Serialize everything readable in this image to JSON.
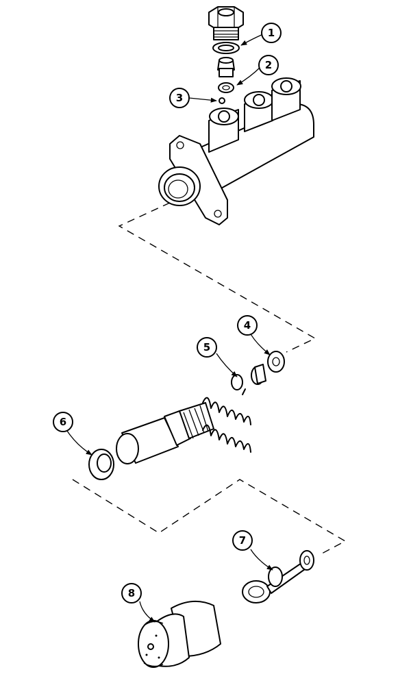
{
  "callouts": [
    {
      "id": "c1",
      "label": "1"
    },
    {
      "id": "c2",
      "label": "2"
    },
    {
      "id": "c3",
      "label": "3"
    },
    {
      "id": "c4",
      "label": "4"
    },
    {
      "id": "c5",
      "label": "5"
    },
    {
      "id": "c6",
      "label": "6"
    },
    {
      "id": "c7",
      "label": "7"
    },
    {
      "id": "c8",
      "label": "8"
    }
  ]
}
